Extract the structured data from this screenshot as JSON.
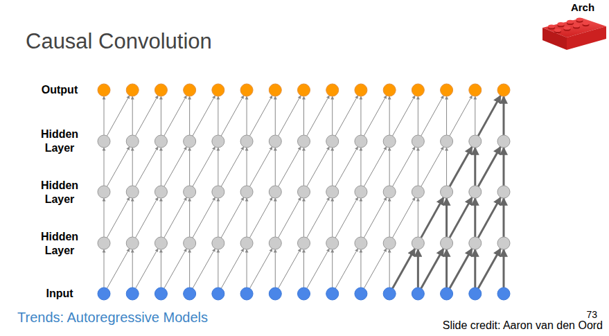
{
  "diagram": {
    "title": "Causal Convolution",
    "labels": [
      "Arch",
      "Output",
      "Hidden Layer",
      "Hidden Layer",
      "Hidden Layer",
      "Input",
      "Trends: Autoregressive Models",
      "73",
      "Slide credit: Aaron van den Oord"
    ]
  }
}
